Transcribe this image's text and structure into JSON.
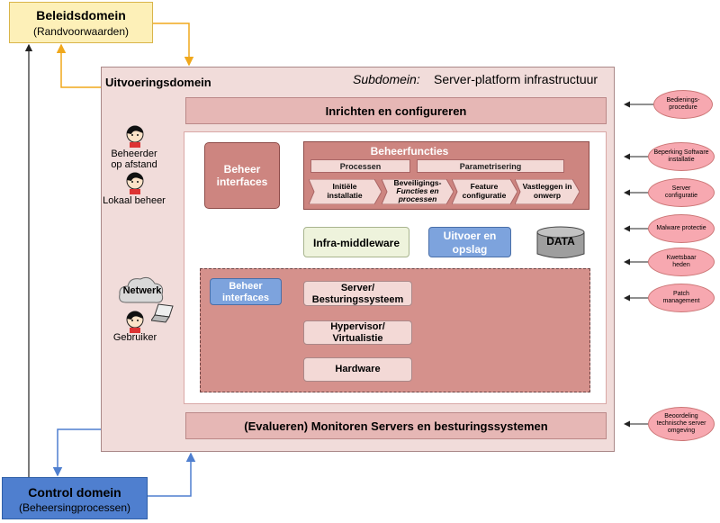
{
  "policy": {
    "title": "Beleidsdomein",
    "subtitle": "(Randvoorwaarden)"
  },
  "control": {
    "title": "Control domein",
    "subtitle": "(Beheersingprocessen)"
  },
  "execution": {
    "title": "Uitvoeringsdomein",
    "subdomain_label": "Subdomein:",
    "subdomain_value": "Server-platform infrastructuur",
    "top_bar": "Inrichten en configureren",
    "bottom_bar": "(Evalueren) Monitoren Servers en besturingssystemen"
  },
  "actors": {
    "remote": "Beheerder op afstand",
    "remote_l1": "Beheerder",
    "remote_l2": "op afstand",
    "local": "Lokaal beheer",
    "network": "Netwerk",
    "user": "Gebruiker"
  },
  "management": {
    "interfaces_top_l1": "Beheer",
    "interfaces_top_l2": "interfaces",
    "functions_title": "Beheerfuncties",
    "processes": "Processen",
    "parametrization": "Parametrisering",
    "steps": [
      {
        "l1": "Initiële",
        "l2": "installatie",
        "l3": ""
      },
      {
        "l1": "Beveiligings-",
        "l2": "Functies en",
        "l3": "processen"
      },
      {
        "l1": "Feature",
        "l2": "configuratie",
        "l3": ""
      },
      {
        "l1": "Vastleggen in",
        "l2": "onwerp",
        "l3": ""
      }
    ]
  },
  "infra": {
    "middleware": "Infra-middleware",
    "output_l1": "Uitvoer en",
    "output_l2": "opslag",
    "data": "DATA"
  },
  "stack": {
    "interfaces_l1": "Beheer",
    "interfaces_l2": "interfaces",
    "server_l1": "Server/",
    "server_l2": "Besturingssysteem",
    "hypervisor_l1": "Hypervisor/",
    "hypervisor_l2": "Virtualistie",
    "hardware": "Hardware"
  },
  "notes": [
    {
      "l1": "Bedienings-",
      "l2": "procedure",
      "l3": ""
    },
    {
      "l1": "Beperking Software",
      "l2": "installatie",
      "l3": ""
    },
    {
      "l1": "Server",
      "l2": "configuratie",
      "l3": ""
    },
    {
      "l1": "Malware protectie",
      "l2": "",
      "l3": ""
    },
    {
      "l1": "Kwetsbaar",
      "l2": "heden",
      "l3": ""
    },
    {
      "l1": "Patch",
      "l2": "management",
      "l3": ""
    },
    {
      "l1": "Beoordeling",
      "l2": "technische server",
      "l3": "omgeving"
    }
  ]
}
